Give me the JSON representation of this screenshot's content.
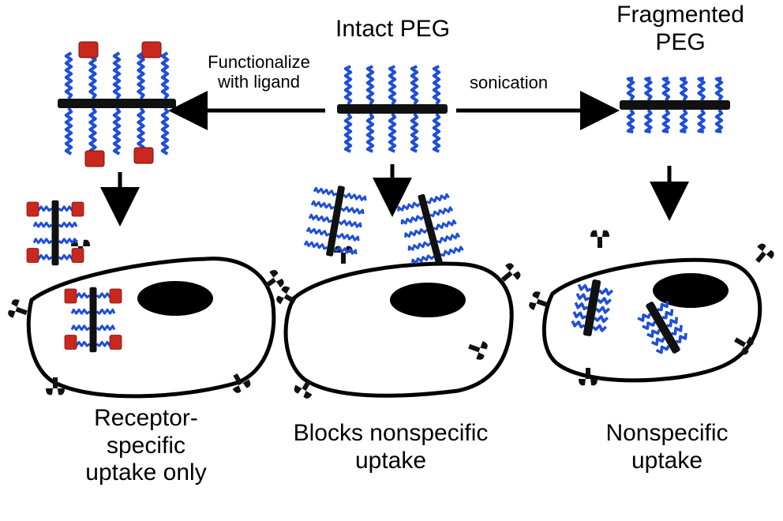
{
  "labels": {
    "intact_peg": "Intact PEG",
    "fragmented_line1": "Fragmented",
    "fragmented_line2": "PEG",
    "functionalize_line1": "Functionalize",
    "functionalize_line2": "with ligand",
    "sonication": "sonication",
    "left_caption_line1": "Receptor-",
    "left_caption_line2": "specific",
    "left_caption_line3": "uptake only",
    "center_caption_line1": "Blocks nonspecific",
    "center_caption_line2": "uptake",
    "right_caption_line1": "Nonspecific",
    "right_caption_line2": "uptake"
  },
  "colors": {
    "peg_chain": "#1f4fd6",
    "ligand": "#c8281e",
    "backbone": "#111111",
    "outline": "#000000"
  }
}
